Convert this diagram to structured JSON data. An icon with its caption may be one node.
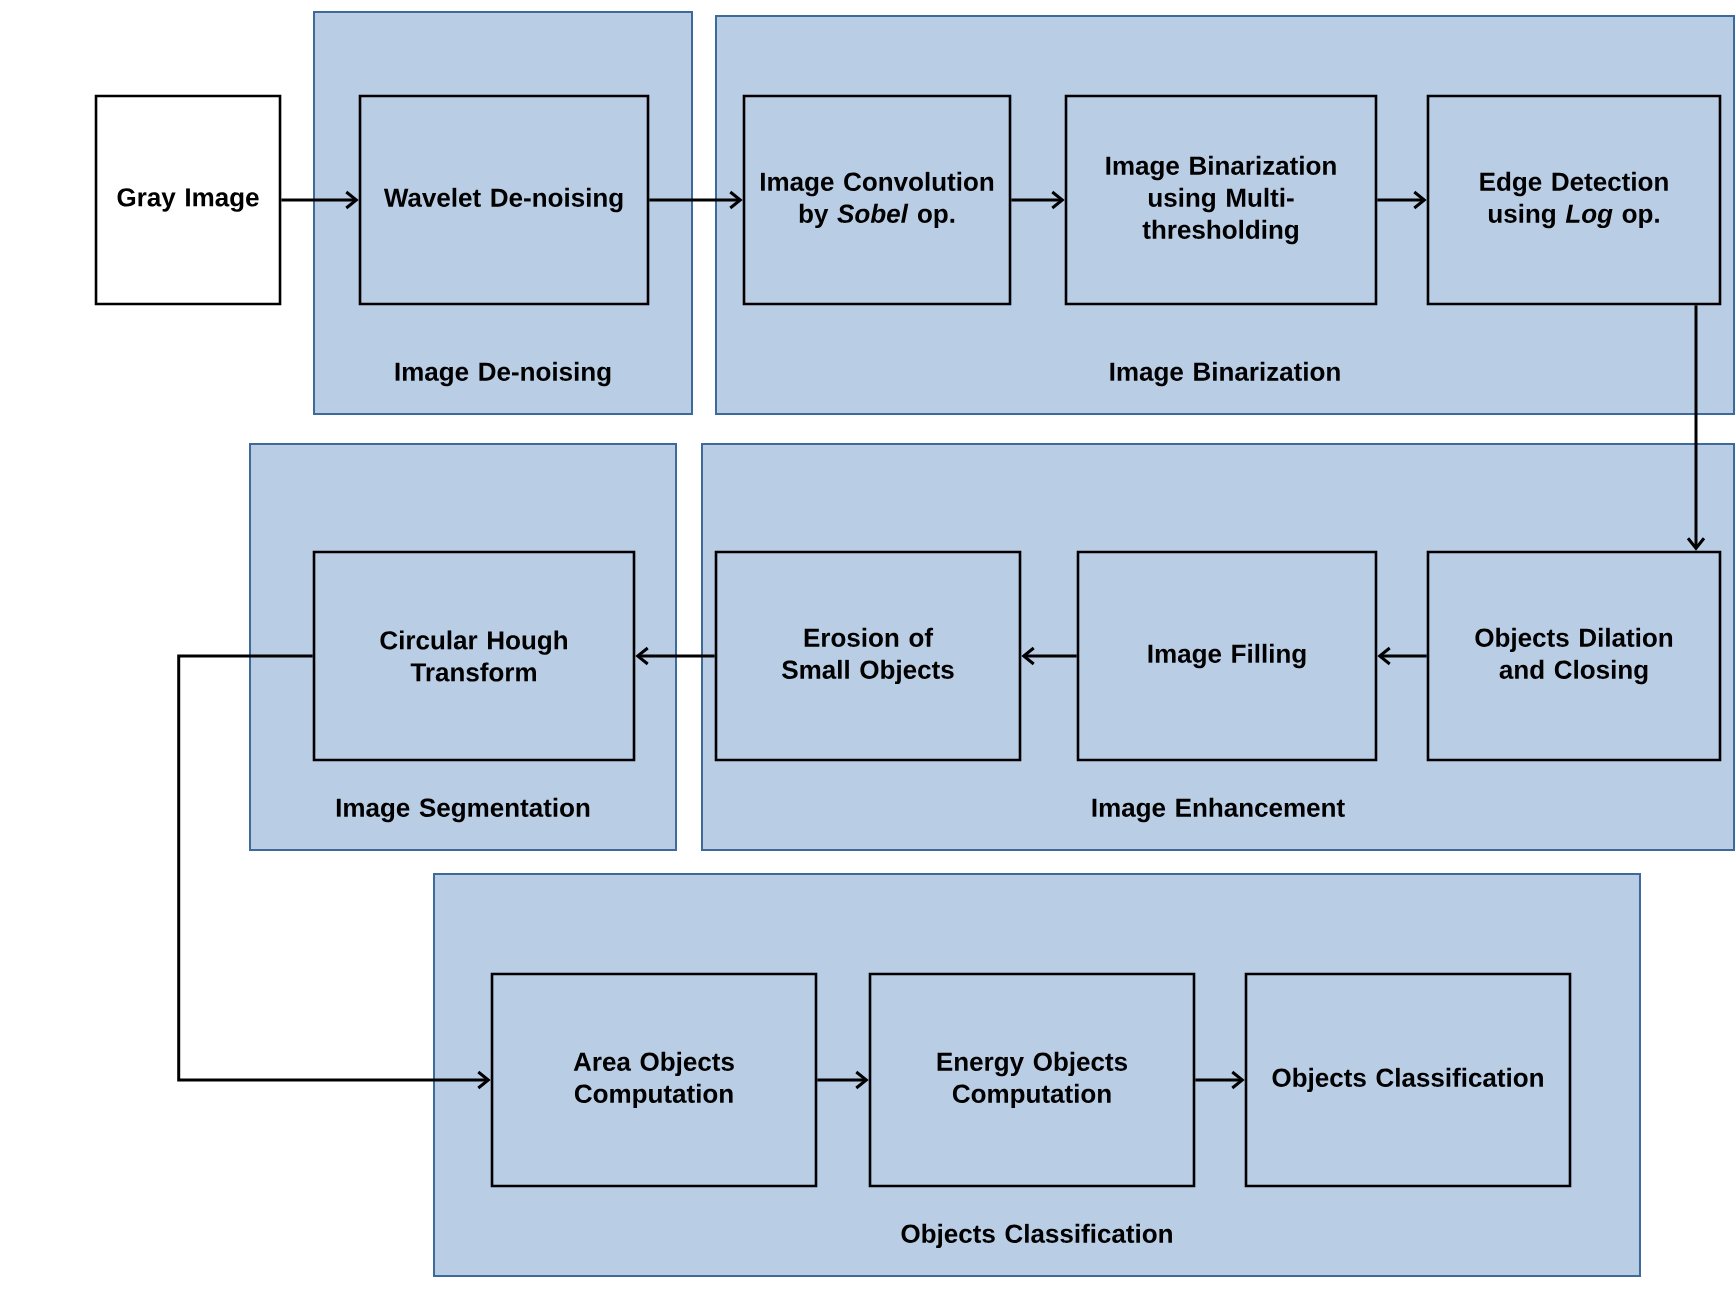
{
  "diagram": {
    "nodes": [
      {
        "text": [
          "Gray Image"
        ]
      },
      {
        "text": [
          "Image De-noising"
        ]
      },
      {
        "text": [
          "Wavelet De-noising"
        ],
        "in": 1
      },
      {
        "text": [
          "Image Binarization"
        ]
      },
      {
        "text": [
          "Image Convolution by *Sobel* op."
        ],
        "in": 3
      },
      {
        "text": [
          "Image Binarization using Multi-thresholding"
        ],
        "in": 3
      },
      {
        "text": [
          "Edge Detection using *Log* op."
        ],
        "in": 3
      },
      {
        "text": [
          "Image Segmentation"
        ]
      },
      {
        "text": [
          "Circular Hough Transform"
        ],
        "in": 7
      },
      {
        "text": [
          "Image Enhancement"
        ]
      },
      {
        "text": [
          "Erosion of Small Objects"
        ],
        "in": 9
      },
      {
        "text": [
          "Image Filling"
        ],
        "in": 9
      },
      {
        "text": [
          "Objects Dilation and Closing"
        ],
        "in": 9
      },
      {
        "text": [
          "Objects Classification"
        ]
      },
      {
        "text": [
          "Area Objects Computation"
        ],
        "in": 13
      },
      {
        "text": [
          "Energy Objects Computation"
        ],
        "in": 13
      },
      {
        "text": [
          "Objects Classification"
        ],
        "in": 13
      }
    ],
    "edges": [
      {
        "from": 0,
        "to": 2,
        "arrow": "to"
      },
      {
        "from": 2,
        "to": 4,
        "arrow": "to"
      },
      {
        "from": 4,
        "to": 5,
        "arrow": "to"
      },
      {
        "from": 5,
        "to": 6,
        "arrow": "to"
      },
      {
        "from": 6,
        "to": 12,
        "arrow": "to"
      },
      {
        "from": 12,
        "to": 11,
        "arrow": "to"
      },
      {
        "from": 11,
        "to": 10,
        "arrow": "to"
      },
      {
        "from": 10,
        "to": 8,
        "arrow": "to"
      },
      {
        "from": 8,
        "to": 14,
        "arrow": "to"
      },
      {
        "from": 14,
        "to": 15,
        "arrow": "to"
      },
      {
        "from": 15,
        "to": 16,
        "arrow": "to"
      }
    ]
  }
}
